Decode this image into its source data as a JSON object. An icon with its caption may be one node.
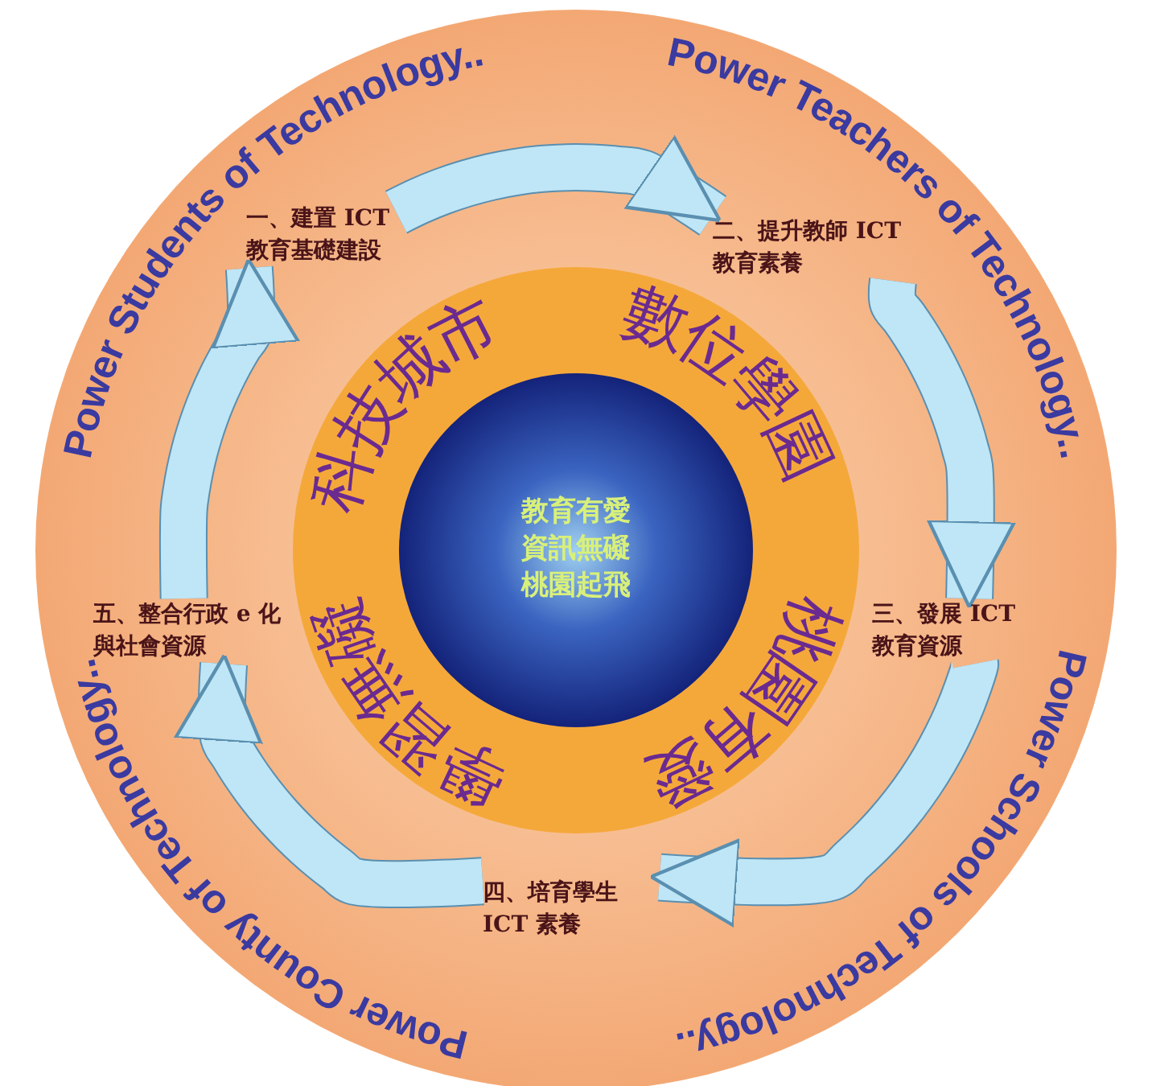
{
  "diagram": {
    "nodes": [
      {
        "text": [
          "一、建置 ICT 教育基礎建設"
        ]
      },
      {
        "text": [
          "二、提升教師 ICT 教育素養"
        ]
      },
      {
        "text": [
          "三、發展 ICT 教育資源"
        ]
      },
      {
        "text": [
          "四、培育學生 ICT 素養"
        ]
      },
      {
        "text": [
          "五、整合行政 e 化與社會資源"
        ]
      },
      {
        "text": [
          "教育有愛資訊無礙桃園起飛"
        ]
      }
    ],
    "edges": [
      {
        "from": 0,
        "to": 1,
        "arrow": "to"
      },
      {
        "from": 1,
        "to": 2,
        "arrow": "to"
      },
      {
        "from": 2,
        "to": 3,
        "arrow": "to"
      },
      {
        "from": 3,
        "to": 4,
        "arrow": "to"
      },
      {
        "from": 4,
        "to": 0,
        "arrow": "to"
      }
    ],
    "labels": [
      "Power Students of Technology..",
      "Power Teachers of Technology..",
      "Power Schools of Technology..",
      "Power County of Technology..",
      "科技城市",
      "數位學園",
      "桃園有愛",
      "學習無礙"
    ]
  }
}
